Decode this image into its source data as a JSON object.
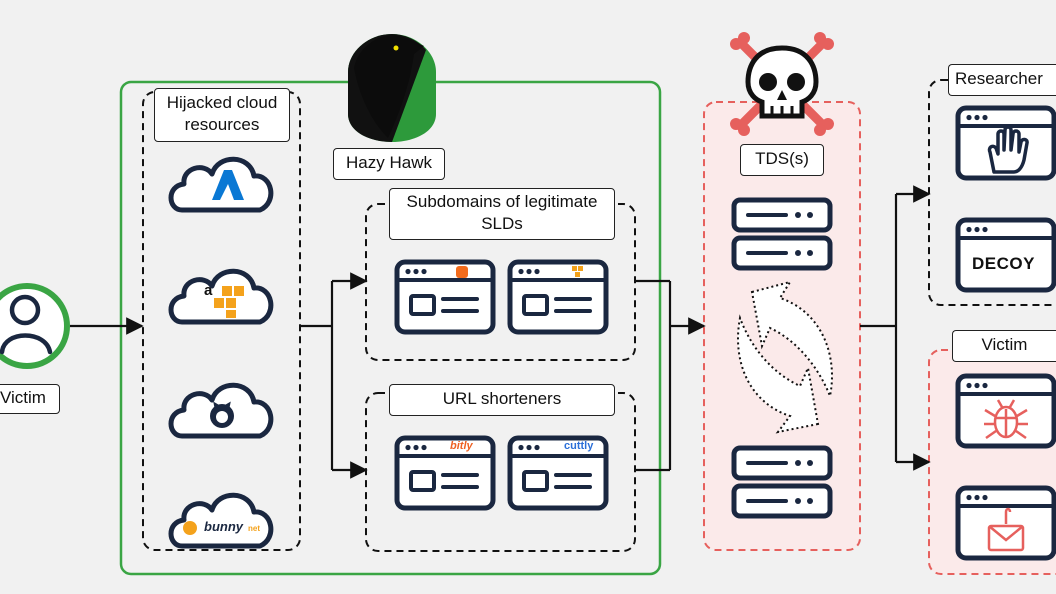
{
  "labels": {
    "victim_left": "Victim",
    "hijacked": "Hijacked cloud resources",
    "hazy_hawk": "Hazy Hawk",
    "subdomains": "Subdomains of legitimate SLDs",
    "url_shorteners": "URL shorteners",
    "tds": "TDS(s)",
    "researcher": "Researcher",
    "decoy": "DECOY",
    "victim_right": "Victim"
  },
  "brands": {
    "bitly": "bitly",
    "cuttly": "cuttly",
    "bunny": "bunny",
    "bunny_suffix": "net",
    "amazon_a": "a"
  },
  "colors": {
    "background": "#f1f1f1",
    "green": "#3aa544",
    "red": "#e6605d",
    "pink_fill": "#fbeaea",
    "navy": "#1a2740",
    "azure": "#0a78d4",
    "aws_orange": "#f4a21c",
    "blogger": "#f36b1c",
    "bitly": "#ee6123",
    "cuttly": "#2b6fd8"
  },
  "icons": [
    "user-icon",
    "azure-icon",
    "aws-icon",
    "github-icon",
    "bunny-icon",
    "hawk-icon",
    "blogger-icon",
    "aws-small-icon",
    "bitly-logo",
    "cuttly-logo",
    "skull-icon",
    "server-icon",
    "refresh-arrows-icon",
    "hand-icon",
    "bug-icon",
    "mail-icon"
  ]
}
